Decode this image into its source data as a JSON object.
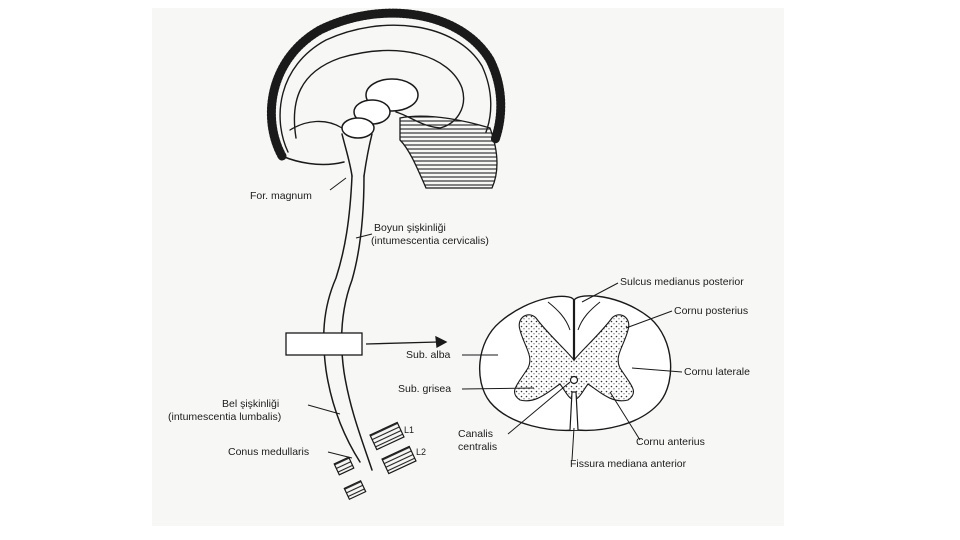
{
  "labels": {
    "for_magnum": "For. magnum",
    "boyun_1": "Boyun şişkinliği",
    "boyun_2": "(intumescentia cervicalis)",
    "sulcus_med_post": "Sulcus medianus posterior",
    "cornu_post": "Cornu posterius",
    "sub_alba": "Sub. alba",
    "cornu_lat": "Cornu laterale",
    "sub_grisea": "Sub. grisea",
    "bel_1": "Bel şişkinliği",
    "bel_2": "(intumescentia lumbalis)",
    "canalis_1": "Canalis",
    "canalis_2": "centralis",
    "cornu_ant": "Cornu anterius",
    "conus": "Conus medullaris",
    "fissura": "Fissura mediana anterior",
    "l1": "L1",
    "l2": "L2"
  }
}
